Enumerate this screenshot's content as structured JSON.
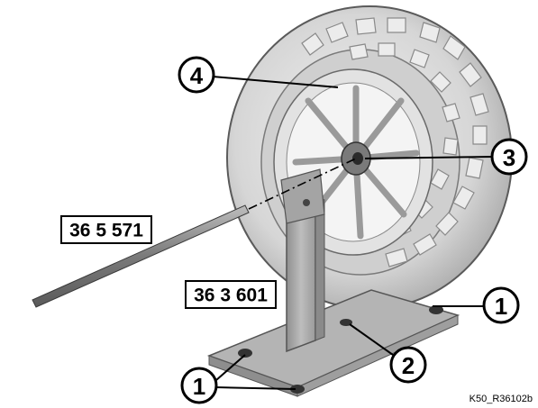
{
  "tools": {
    "shaft": "36 5 571",
    "stand": "36 3 601"
  },
  "callouts": {
    "c1a": "1",
    "c1b": "1",
    "c2": "2",
    "c3": "3",
    "c4": "4"
  },
  "figure_id": "K50_R36102b",
  "colors": {
    "tire": "#d9d9d9",
    "tread_block": "#e6e6e6",
    "stand": "#a8a8a8",
    "shaft": "#8c8c8c",
    "rim": "#cfcfcf"
  }
}
